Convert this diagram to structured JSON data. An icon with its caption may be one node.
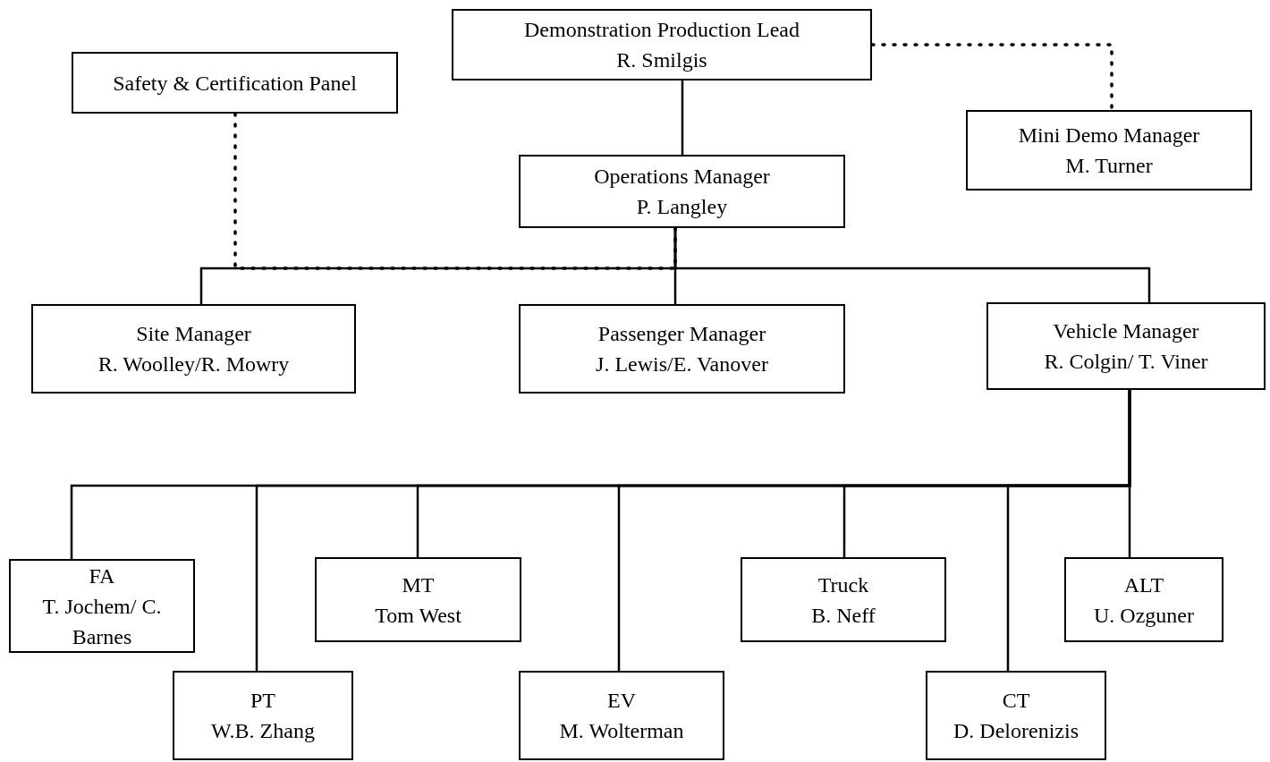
{
  "diagram": {
    "nodes": [
      {
        "text": [
          "Demonstration Production Lead",
          "R. Smilgis"
        ]
      },
      {
        "text": [
          "Safety & Certification Panel"
        ]
      },
      {
        "text": [
          "Mini Demo Manager",
          "M. Turner"
        ]
      },
      {
        "text": [
          "Operations Manager",
          "P. Langley"
        ]
      },
      {
        "text": [
          "Site Manager",
          "R. Woolley/R. Mowry"
        ]
      },
      {
        "text": [
          "Passenger Manager",
          "J. Lewis/E. Vanover"
        ]
      },
      {
        "text": [
          "Vehicle Manager",
          "R. Colgin/ T. Viner"
        ]
      },
      {
        "text": [
          "FA",
          "T. Jochem/ C. Barnes"
        ]
      },
      {
        "text": [
          "MT",
          "Tom West"
        ]
      },
      {
        "text": [
          "Truck",
          "B. Neff"
        ]
      },
      {
        "text": [
          "ALT",
          "U. Ozguner"
        ]
      },
      {
        "text": [
          "PT",
          "W.B. Zhang"
        ]
      },
      {
        "text": [
          "EV",
          "M. Wolterman"
        ]
      },
      {
        "text": [
          "CT",
          "D. Delorenizis"
        ]
      }
    ],
    "edges": [
      {
        "from": 0,
        "to": 2,
        "arrow": "none",
        "style": "dashed"
      },
      {
        "from": 1,
        "to": 3,
        "arrow": "none",
        "style": "dashed"
      },
      {
        "from": 0,
        "to": 3,
        "arrow": "none"
      },
      {
        "from": 3,
        "to": 4,
        "arrow": "none"
      },
      {
        "from": 3,
        "to": 5,
        "arrow": "none"
      },
      {
        "from": 3,
        "to": 6,
        "arrow": "none"
      },
      {
        "from": 6,
        "to": 7,
        "arrow": "none"
      },
      {
        "from": 6,
        "to": 11,
        "arrow": "none"
      },
      {
        "from": 6,
        "to": 8,
        "arrow": "none"
      },
      {
        "from": 6,
        "to": 12,
        "arrow": "none"
      },
      {
        "from": 6,
        "to": 9,
        "arrow": "none"
      },
      {
        "from": 6,
        "to": 13,
        "arrow": "none"
      },
      {
        "from": 6,
        "to": 10,
        "arrow": "none"
      }
    ]
  }
}
